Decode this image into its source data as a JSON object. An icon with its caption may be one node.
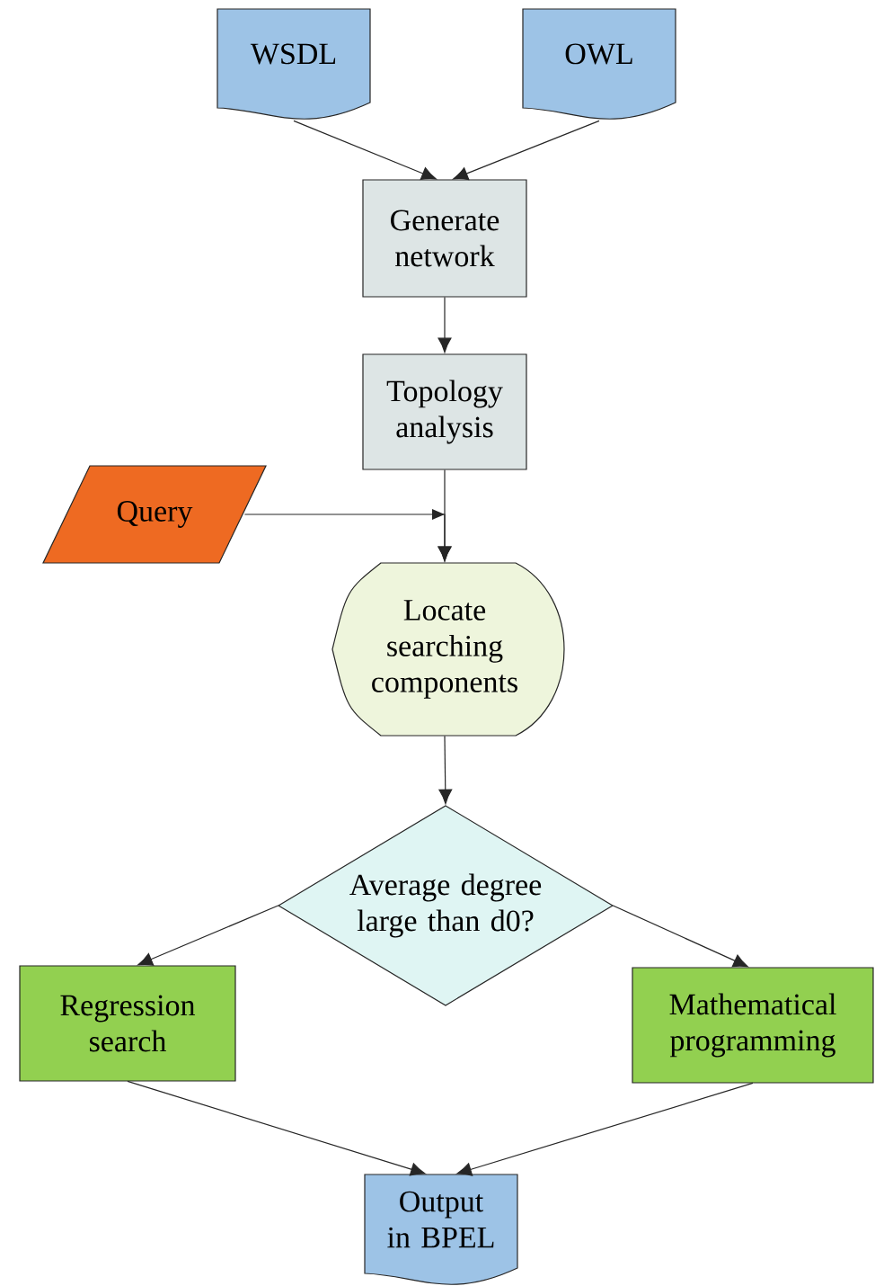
{
  "diagram": {
    "nodes": [
      {
        "text": [
          "WSDL"
        ]
      },
      {
        "text": [
          "OWL"
        ]
      },
      {
        "text": [
          "Generate network"
        ]
      },
      {
        "text": [
          "Topology analysis"
        ]
      },
      {
        "text": [
          "Query"
        ]
      },
      {
        "text": [
          "Locate searching components"
        ]
      },
      {
        "text": [
          "Average degree large than d0?"
        ]
      },
      {
        "text": [
          "Regression search"
        ]
      },
      {
        "text": [
          "Mathematical programming"
        ]
      },
      {
        "text": [
          "Output in BPEL"
        ]
      }
    ],
    "edges": [
      {
        "from": 0,
        "to": 2,
        "arrow": "to"
      },
      {
        "from": 1,
        "to": 2,
        "arrow": "to"
      },
      {
        "from": 2,
        "to": 3,
        "arrow": "to"
      },
      {
        "from": 3,
        "to": 5,
        "arrow": "to"
      },
      {
        "from": 4,
        "to": 5,
        "arrow": "to"
      },
      {
        "from": 5,
        "to": 6,
        "arrow": "to"
      },
      {
        "from": 6,
        "to": 7,
        "arrow": "to"
      },
      {
        "from": 6,
        "to": 8,
        "arrow": "to"
      },
      {
        "from": 7,
        "to": 9,
        "arrow": "to"
      },
      {
        "from": 8,
        "to": 9,
        "arrow": "to"
      }
    ]
  }
}
